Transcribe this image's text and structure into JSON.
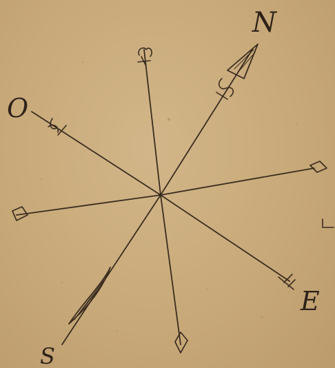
{
  "compass_rose": {
    "labels": {
      "north": "N",
      "south": "S",
      "east": "E",
      "west": "O"
    },
    "colors": {
      "paper": "#c9ab7c",
      "ink": "#3a2c1f"
    },
    "spokes": [
      {
        "id": "north",
        "tip": "pointer"
      },
      {
        "id": "south",
        "tip": "pointer"
      },
      {
        "id": "east",
        "tip": "cross"
      },
      {
        "id": "west",
        "tip": "fleur"
      },
      {
        "id": "upper",
        "tip": "fleur"
      },
      {
        "id": "lower",
        "tip": "diamond"
      },
      {
        "id": "right",
        "tip": "diamond"
      },
      {
        "id": "left",
        "tip": "diamond"
      }
    ]
  }
}
